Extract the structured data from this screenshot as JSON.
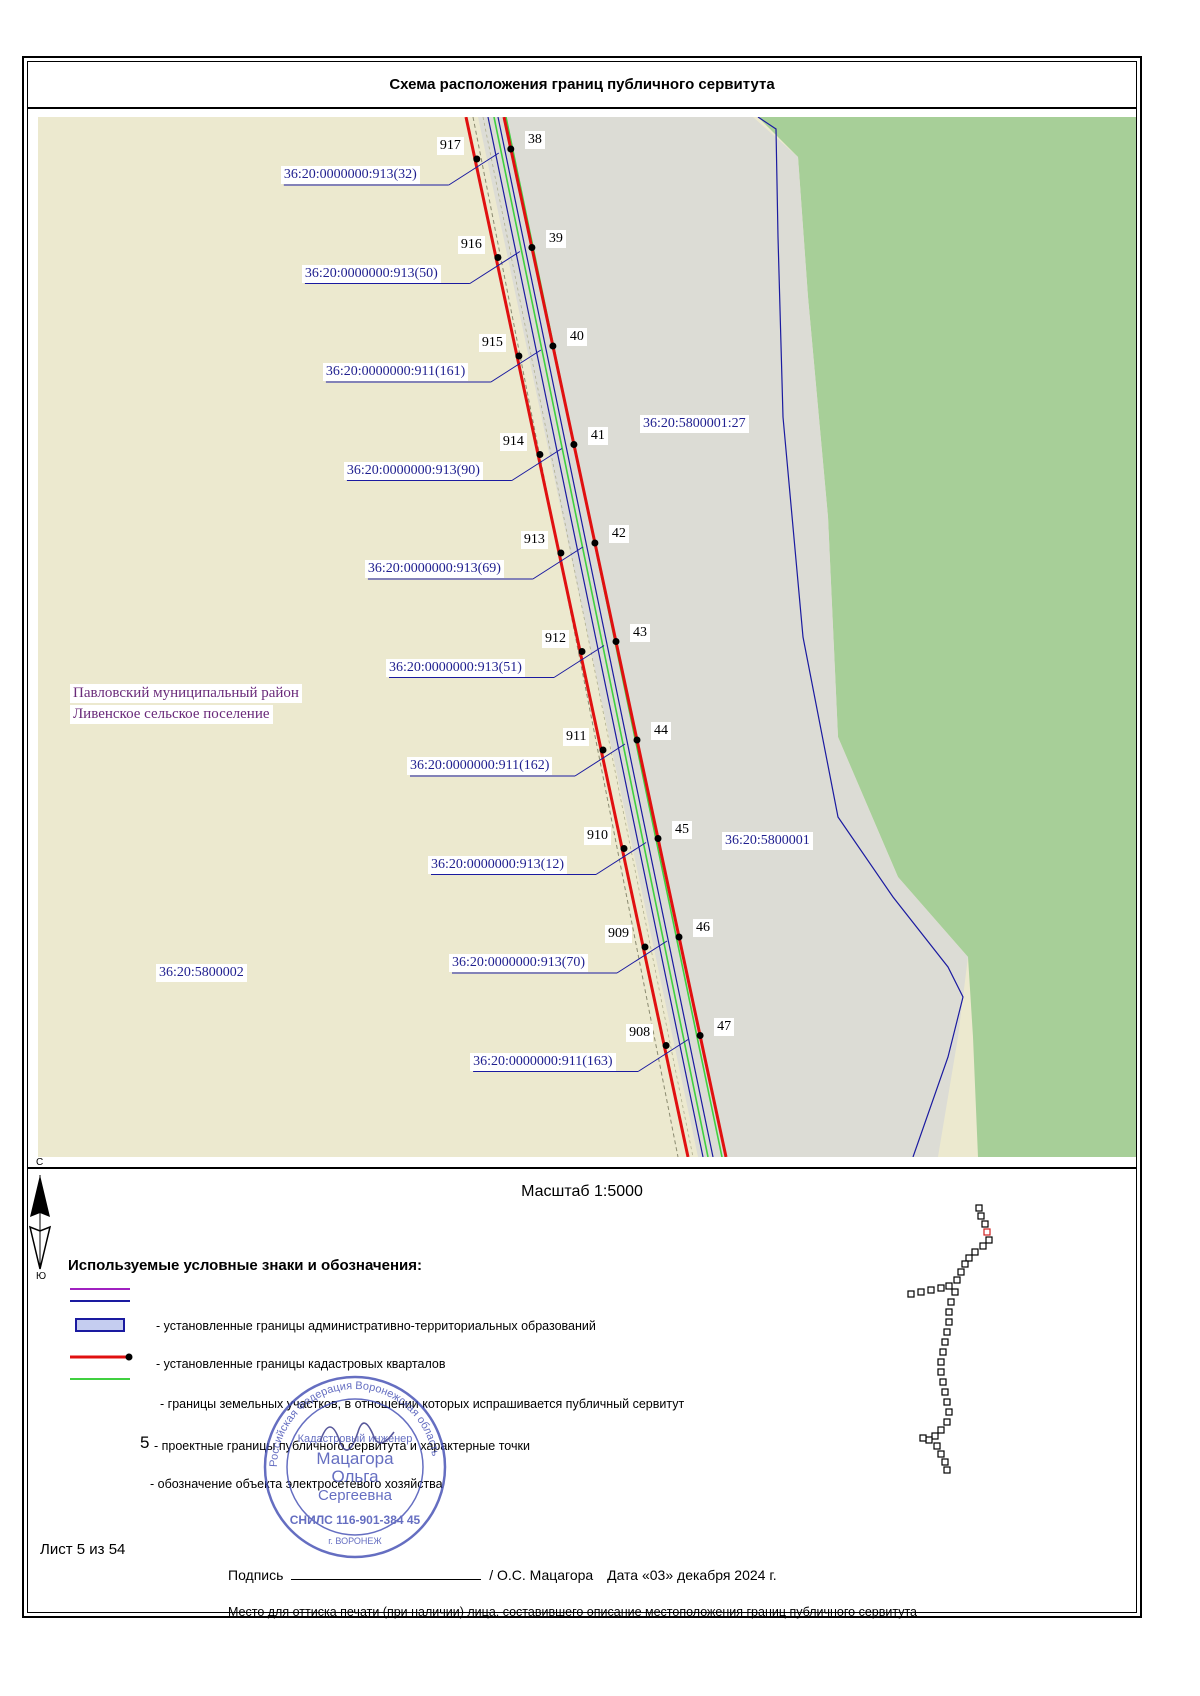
{
  "title": "Схема расположения границ публичного сервитута",
  "map": {
    "points_right": [
      "38",
      "39",
      "40",
      "41",
      "42",
      "43",
      "44",
      "45",
      "46",
      "47"
    ],
    "points_left": [
      "917",
      "916",
      "915",
      "914",
      "913",
      "912",
      "911",
      "910",
      "909",
      "908"
    ],
    "parcel_labels": [
      "36:20:0000000:913(32)",
      "36:20:0000000:913(50)",
      "36:20:0000000:911(161)",
      "36:20:0000000:913(90)",
      "36:20:0000000:913(69)",
      "36:20:0000000:913(51)",
      "36:20:0000000:911(162)",
      "36:20:0000000:913(12)",
      "36:20:0000000:913(70)",
      "36:20:0000000:911(163)"
    ],
    "parcel_main": "36:20:5800001:27",
    "quarter_right": "36:20:5800001",
    "quarter_left": "36:20:5800002",
    "admin_line1": "Павловский муниципальный район",
    "admin_line2": "Ливенское сельское поселение",
    "colors": {
      "field": "#ece9cf",
      "strip": "#dcdcd5",
      "forest": "#a7cf98",
      "parcel_line": "#1a1aa0",
      "servitude_red": "#e01010",
      "land_green": "#40d040",
      "admin_purple": "#a020c0"
    }
  },
  "compass": {
    "north": "С",
    "south": "Ю"
  },
  "scale": "Масштаб 1:5000",
  "legend": {
    "title": "Используемые условные знаки и обозначения:",
    "admin": "- установленные границы административно-территориальных образований",
    "quarters": "- установленные границы кадастровых кварталов",
    "parcels": "- границы земельных участков, в отношении которых испрашивается публичный сервитут",
    "point_symbol": "5",
    "servitude": "- проектные границы публичного сервитута и характерные точки",
    "object": "- обозначение объекта электросетевого хозяйства"
  },
  "sheet": "Лист 5 из 54",
  "signature": {
    "label": "Подпись",
    "name": "/ О.С. Мацагора",
    "date": "Дата «03» декабря 2024 г."
  },
  "stamp_note": "Место для оттиска печати (при наличии) лица, составившего описание местоположения границ публичного сервитута",
  "stamp": {
    "ring_text": "Российская Федерация Воронежская область",
    "mid_text": "Кадастровый инженер",
    "name1": "Мацагора",
    "name2": "Ольга",
    "name3": "Сергеевна",
    "snils": "СНИЛС 116-901-384 45",
    "city": "г. ВОРОНЕЖ"
  }
}
